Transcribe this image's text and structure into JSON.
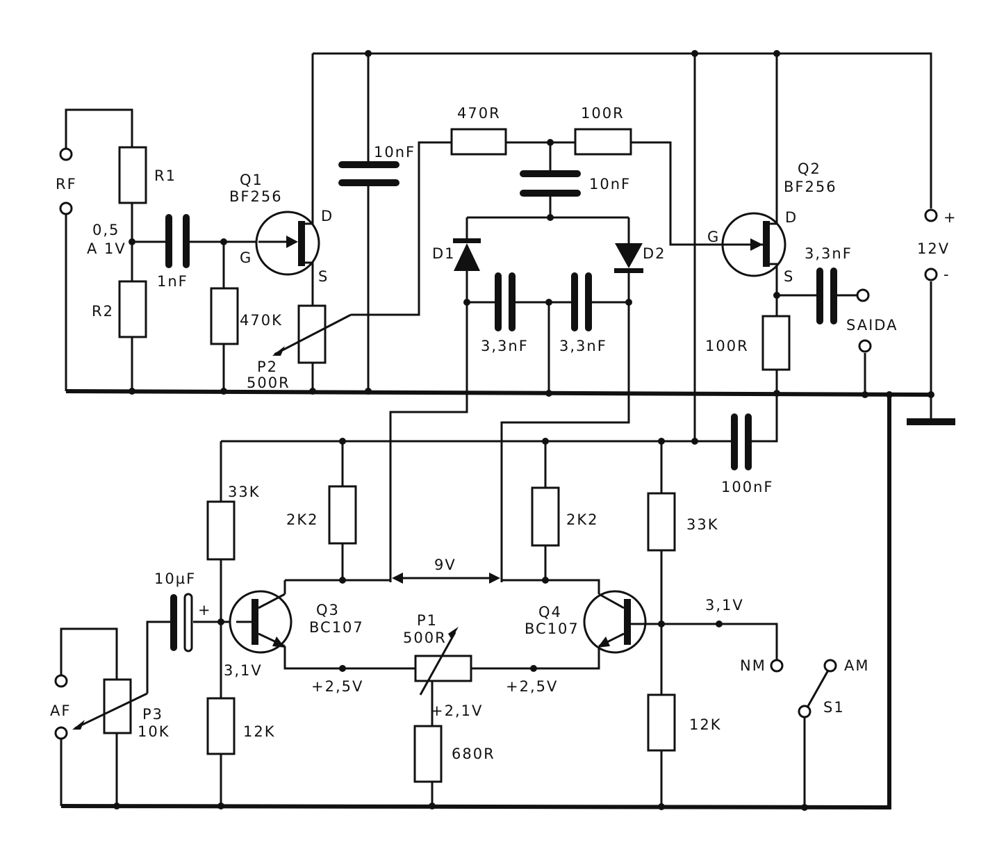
{
  "schematic": {
    "connectors": {
      "rf": "RF",
      "af": "AF",
      "plus": "+",
      "minus": "-",
      "supply": "12V",
      "output": "SAIDA",
      "nm": "NM",
      "am": "AM",
      "switch": "S1"
    },
    "input_level": [
      "0,5",
      "A 1V"
    ],
    "q1": {
      "name": "Q1",
      "type": "BF256",
      "d": "D",
      "g": "G",
      "s": "S"
    },
    "q2": {
      "name": "Q2",
      "type": "BF256",
      "d": "D",
      "g": "G",
      "s": "S"
    },
    "q3": {
      "name": "Q3",
      "type": "BC107"
    },
    "q4": {
      "name": "Q4",
      "type": "BC107"
    },
    "resistors": {
      "r1": "R1",
      "r2": "R2",
      "r470k": "470K",
      "r470r": "470R",
      "r100r_top": "100R",
      "r100r_q2": "100R",
      "r33k_left": "33K",
      "r33k_right": "33K",
      "r2k2_left": "2K2",
      "r2k2_right": "2K2",
      "r12k_left": "12K",
      "r12k_right": "12K",
      "r680r": "680R"
    },
    "capacitors": {
      "c1nf": "1nF",
      "c10nf_left": "10nF",
      "c10nf_mid": "10nF",
      "c33_left": "3,3nF",
      "c33_right": "3,3nF",
      "c33_out": "3,3nF",
      "c100nf": "100nF",
      "c10uf": "10µF",
      "c10uf_plus": "+"
    },
    "diodes": {
      "d1": "D1",
      "d2": "D2"
    },
    "pots": {
      "p2": [
        "P2",
        "500R"
      ],
      "p1": [
        "P1",
        "500R"
      ],
      "p3": [
        "P3",
        "10K"
      ]
    },
    "voltages": {
      "v9": "9V",
      "v31_left": "3,1V",
      "v31_right": "3,1V",
      "v25_left": "+2,5V",
      "v25_right": "+2,5V",
      "v21": "+2,1V"
    }
  }
}
